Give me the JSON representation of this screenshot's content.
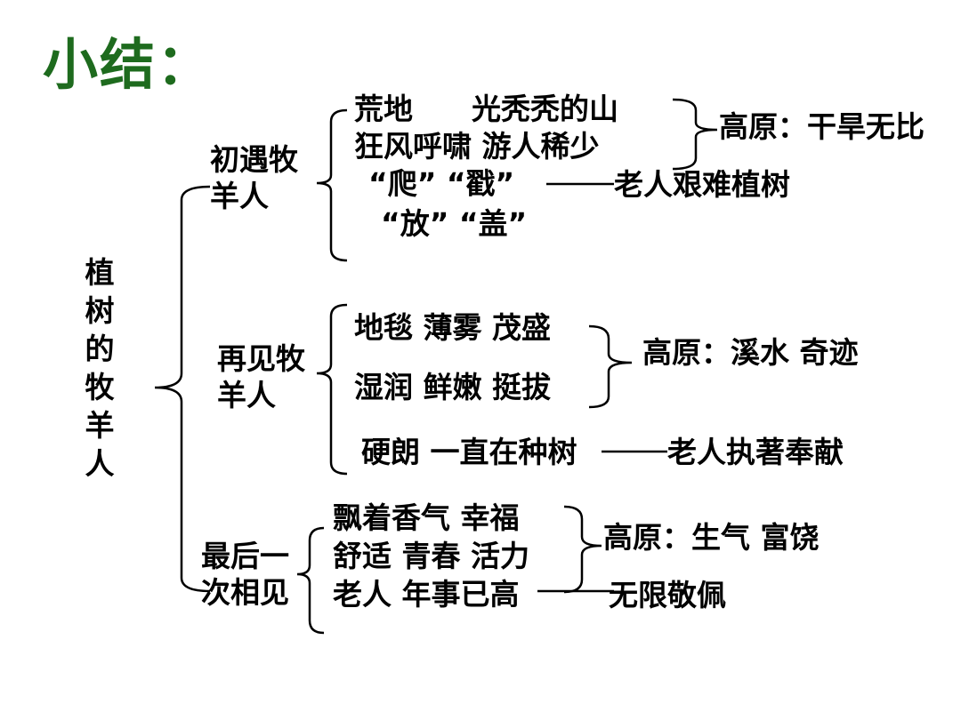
{
  "title": "小结：",
  "root": "植树的牧羊人",
  "sections": [
    {
      "label_l1": "初遇牧",
      "label_l2": "羊人",
      "items": [
        "荒地　　光秃秃的山",
        "狂风呼啸  游人稀少",
        "“爬”  “戳”",
        "“放”  “盖”"
      ],
      "summary": "高原：干旱无比",
      "conclusion": "老人艰难植树"
    },
    {
      "label_l1": "再见牧",
      "label_l2": "羊人",
      "items": [
        "地毯  薄雾  茂盛",
        "湿润  鲜嫩  挺拔",
        "硬朗  一直在种树"
      ],
      "summary": "高原：溪水  奇迹",
      "conclusion": "老人执著奉献"
    },
    {
      "label_l1": "最后一",
      "label_l2": "次相见",
      "items": [
        "飘着香气  幸福",
        "舒适  青春  活力",
        "老人  年事已高"
      ],
      "summary": "高原：生气  富饶",
      "conclusion": "无限敬佩"
    }
  ]
}
